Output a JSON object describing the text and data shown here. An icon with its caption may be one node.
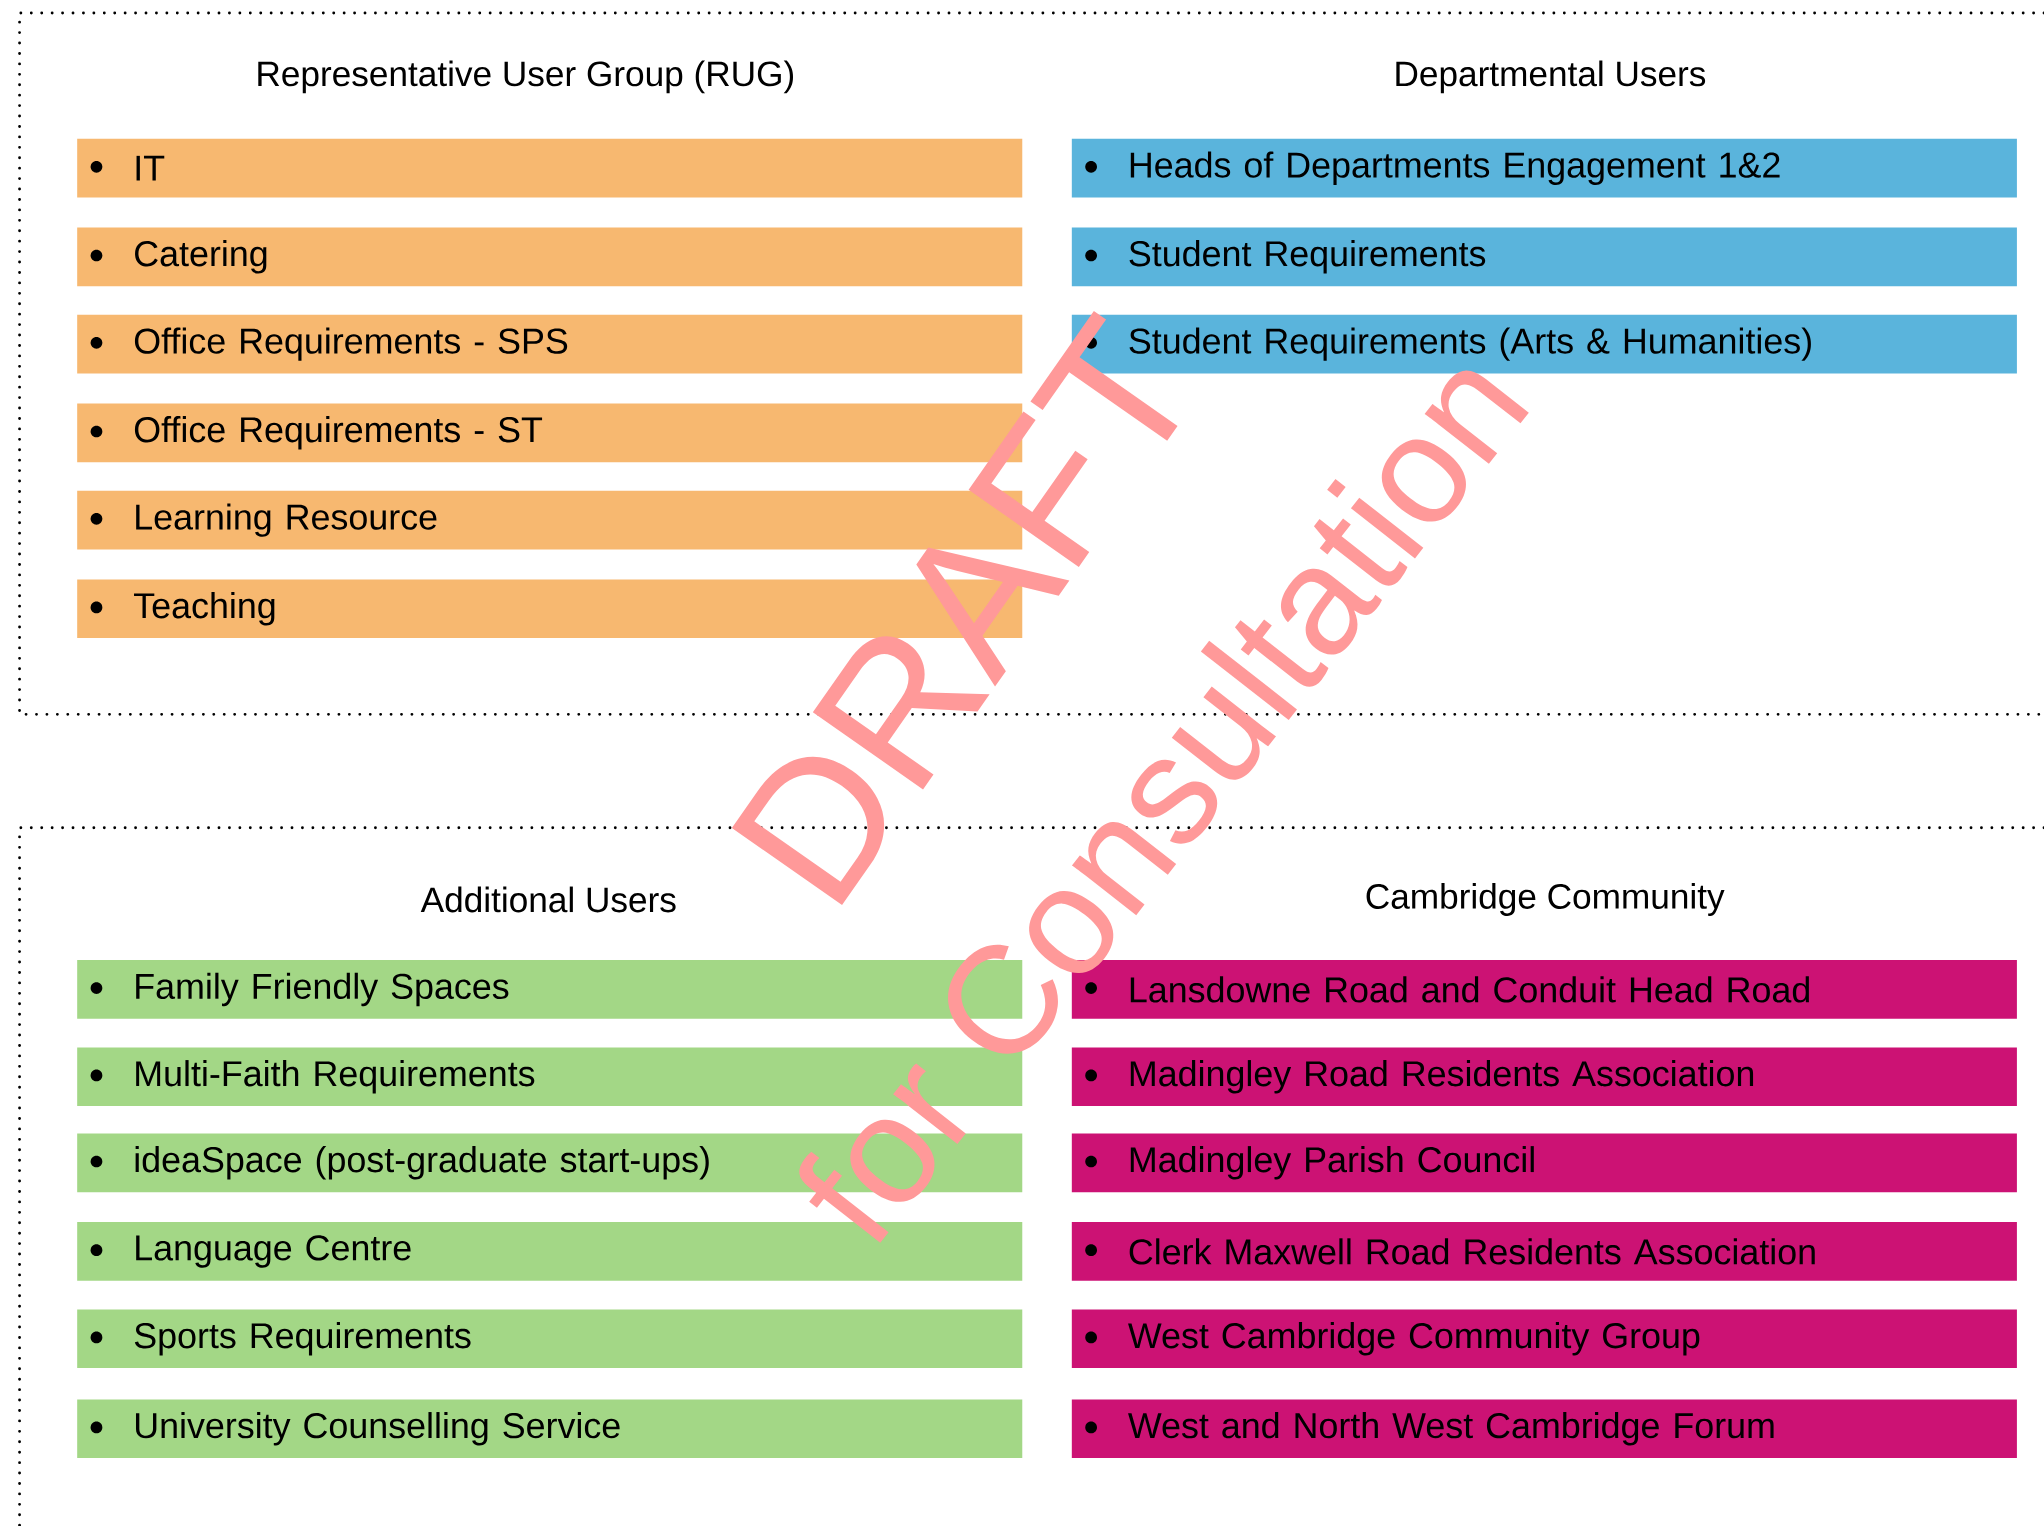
{
  "diagram": {
    "nodes": [
      {
        "text": [
          "IT"
        ]
      },
      {
        "text": [
          "Catering"
        ]
      },
      {
        "text": [
          "Office Requirements - SPS"
        ]
      },
      {
        "text": [
          "Office Requirements - ST"
        ]
      },
      {
        "text": [
          "Learning Resource"
        ]
      },
      {
        "text": [
          "Teaching"
        ]
      },
      {
        "text": [
          "Heads of Departments Engagement 1&2"
        ]
      },
      {
        "text": [
          "Student Requirements"
        ]
      },
      {
        "text": [
          "Student Requirements (Arts & Humanities)"
        ]
      },
      {
        "text": [
          "Family Friendly Spaces"
        ]
      },
      {
        "text": [
          "Multi-Faith Requirements"
        ]
      },
      {
        "text": [
          "ideaSpace (post-graduate start-ups)"
        ]
      },
      {
        "text": [
          "Language Centre"
        ]
      },
      {
        "text": [
          "Sports Requirements"
        ]
      },
      {
        "text": [
          "University Counselling Service"
        ]
      },
      {
        "text": [
          "Lansdowne Road and Conduit Head Road"
        ]
      },
      {
        "text": [
          "Madingley Road Residents Association"
        ]
      },
      {
        "text": [
          "Madingley Parish Council"
        ]
      },
      {
        "text": [
          "Clerk Maxwell Road Residents Association"
        ]
      },
      {
        "text": [
          "West Cambridge Community Group"
        ]
      },
      {
        "text": [
          "West and North West Cambridge Forum"
        ]
      }
    ],
    "edges": [],
    "labels": [
      "Representative User Group (RUG)",
      "Departmental Users",
      "Additional Users",
      "Cambridge Community",
      "DRAFT",
      "for Consultation"
    ]
  }
}
